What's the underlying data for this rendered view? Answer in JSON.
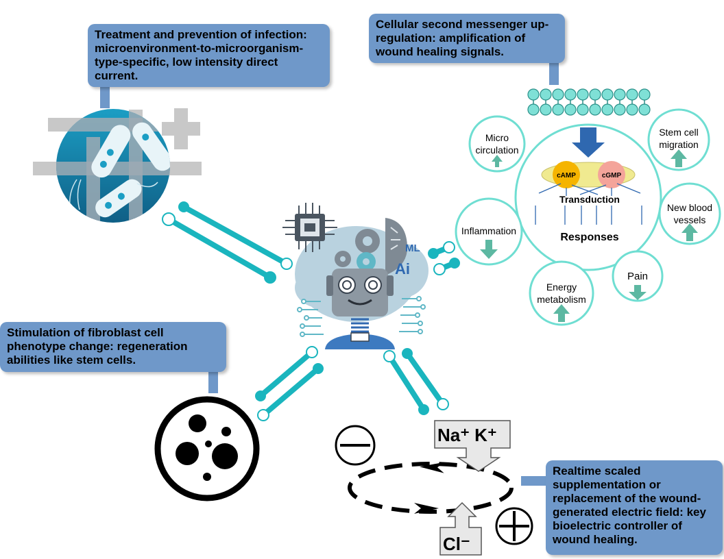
{
  "callouts": {
    "infection": "Treatment and prevention of infection: microenvironment-to-microorganism-type-specific, low intensity direct current.",
    "messenger": "Cellular second messenger up-regulation: amplification of wound healing signals.",
    "fibroblast": "Stimulation of fibroblast cell phenotype change: regeneration abilities like stem cells.",
    "electric": "Realtime scaled supplementation or replacement of the wound-generated electric field: key bioelectric controller of wound healing."
  },
  "signaling": {
    "camp": "cAMP",
    "cgmp": "cGMP",
    "transduction": "Transduction",
    "responses": "Responses"
  },
  "outcomes": {
    "microcirculation_line1": "Micro",
    "microcirculation_line2": "circulation",
    "stem_cell_line1": "Stem cell",
    "stem_cell_line2": "migration",
    "inflammation": "Inflammation",
    "new_vessels_line1": "New blood",
    "new_vessels_line2": "vessels",
    "pain": "Pain",
    "energy_line1": "Energy",
    "energy_line2": "metabolism"
  },
  "robot": {
    "ml": "ML",
    "ai": "Ai"
  },
  "ions": {
    "cations": "Na⁺ K⁺",
    "anion": "Cl⁻"
  },
  "colors": {
    "callout": "#6f98c9",
    "teal": "#1ab5be",
    "up_arrow": "#5db8a2",
    "down_arrow": "#5db8a2",
    "camp": "#f5b400",
    "cgmp": "#f4a49a"
  }
}
